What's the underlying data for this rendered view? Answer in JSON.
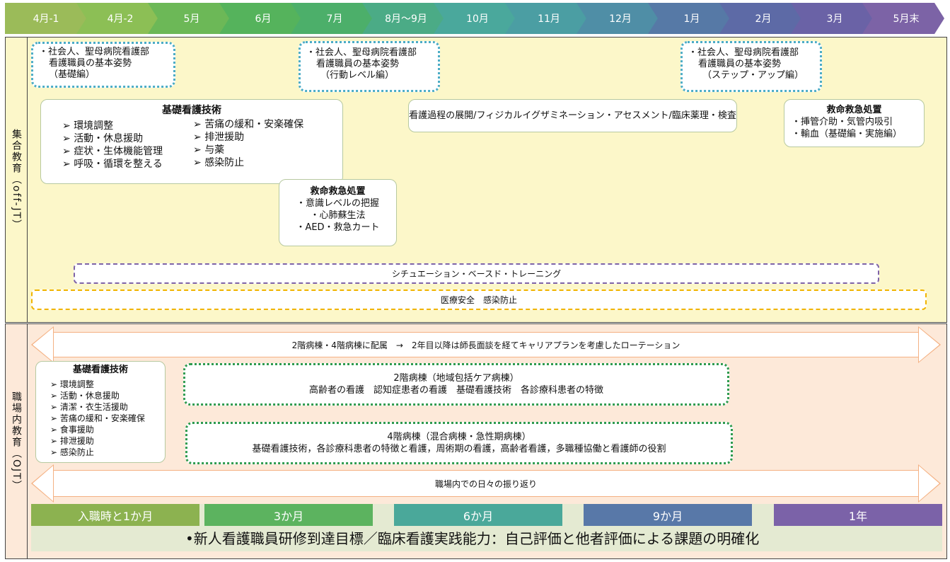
{
  "timeline": [
    {
      "label": "4月-1",
      "color": "#9bbb59"
    },
    {
      "label": "4月-2",
      "color": "#8cbf55"
    },
    {
      "label": "5月",
      "color": "#6cb857"
    },
    {
      "label": "6月",
      "color": "#55b35c"
    },
    {
      "label": "7月",
      "color": "#4caf6a"
    },
    {
      "label": "8月～9月",
      "color": "#4bab86"
    },
    {
      "label": "10月",
      "color": "#4aa89c"
    },
    {
      "label": "11月",
      "color": "#4b9ea3"
    },
    {
      "label": "12月",
      "color": "#4f8ea6"
    },
    {
      "label": "1月",
      "color": "#5679a6"
    },
    {
      "label": "2月",
      "color": "#5d6aa6"
    },
    {
      "label": "3月",
      "color": "#6a62a6"
    },
    {
      "label": "5月末",
      "color": "#7c63a6"
    }
  ],
  "offjt": {
    "label": "集合教育（off-JT）",
    "attitude_basic": [
      "・社会人、聖母病院看護部",
      "看護職員の基本姿勢",
      "（基礎編）"
    ],
    "attitude_action": [
      "・社会人、聖母病院看護部",
      "看護職員の基本姿勢",
      "（行動レベル編）"
    ],
    "attitude_step": [
      "・社会人、聖母病院看護部",
      "看護職員の基本姿勢",
      "（ステップ・アップ編）"
    ],
    "basic_skills": {
      "title": "基礎看護技術",
      "col1": [
        "環境調整",
        "活動・休息援助",
        "症状・生体機能管理",
        "呼吸・循環を整える"
      ],
      "col2": [
        "苦痛の緩和・安楽確保",
        "排泄援助",
        "与薬",
        "感染防止"
      ]
    },
    "emergency1": {
      "title": "救命救急処置",
      "items": [
        "・意識レベルの把握",
        "・心肺蘇生法",
        "・AED・救急カート"
      ]
    },
    "nursing_process": "看護過程の展開/フィジカルイグザミネーション・アセスメント/臨床薬理・検査",
    "emergency2": {
      "title": "救命救急処置",
      "items": [
        "・挿管介助・気管内吸引",
        "・輸血（基礎編・実施編）"
      ]
    },
    "situation_training": "シチュエーション・ベースド・トレーニング",
    "safety": "医療安全　感染防止"
  },
  "ojt": {
    "label": "職場内教育（OJT）",
    "rotation": "2階病棟・4階病棟に配属　→　2年目以降は師長面談を経てキャリアプランを考慮したローテーション",
    "basic_skills": {
      "title": "基礎看護技術",
      "items": [
        "環境調整",
        "活動・休息援助",
        "清潔・衣生活援助",
        "苦痛の緩和・安楽確保",
        "食事援助",
        "排泄援助",
        "感染防止"
      ]
    },
    "ward2": {
      "title": "2階病棟（地域包括ケア病棟）",
      "detail": "高齢者の看護　認知症患者の看護　基礎看護技術　各診療科患者の特徴"
    },
    "ward4": {
      "title": "4階病棟（混合病棟・急性期病棟）",
      "detail": "基礎看護技術，各診療科患者の特徴と看護，周術期の看護，高齢者看護，多職種協働と看護師の役割"
    },
    "reflection": "職場内での日々の振り返り"
  },
  "stages": [
    {
      "label": "入職時と1か月",
      "color": "#8cb250"
    },
    {
      "label": "3か月",
      "color": "#5cb35f"
    },
    {
      "label": "6か月",
      "color": "#4aa89a"
    },
    {
      "label": "9か月",
      "color": "#5878a8"
    },
    {
      "label": "1年",
      "color": "#7b62a8"
    }
  ],
  "goal": "•新人看護職員研修到達目標／臨床看護実践能力：自己評価と他者評価による課題の明確化"
}
